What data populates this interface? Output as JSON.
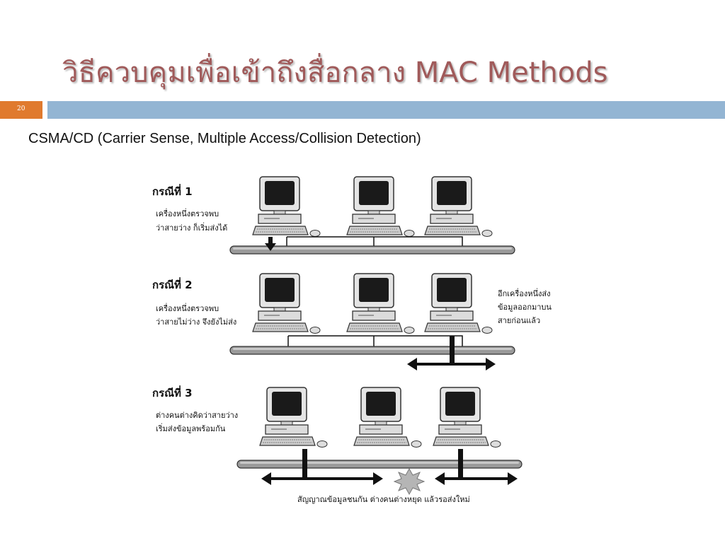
{
  "slide": {
    "title": "วิธีควบคุมเพื่อเข้าถึงสื่อกลาง MAC Methods",
    "number": "20",
    "subtitle": "CSMA/CD (Carrier Sense, Multiple Access/Collision Detection)",
    "colors": {
      "title": "#a05a5a",
      "number_box": "#e07a2e",
      "title_bar": "#93b5d3"
    }
  },
  "diagram": {
    "cases": [
      {
        "label": "กรณีที่ 1",
        "desc_line1": "เครื่องหนึ่งตรวจพบ",
        "desc_line2": "ว่าสายว่าง ก็เริ่มส่งได้"
      },
      {
        "label": "กรณีที่ 2",
        "desc_line1": "เครื่องหนึ่งตรวจพบ",
        "desc_line2": "ว่าสายไม่ว่าง จึงยังไม่ส่ง",
        "note_line1": "อีกเครื่องหนึ่งส่ง",
        "note_line2": "ข้อมูลออกมาบน",
        "note_line3": "สายก่อนแล้ว"
      },
      {
        "label": "กรณีที่ 3",
        "desc_line1": "ต่างคนต่างคิดว่าสายว่าง",
        "desc_line2": "เริ่มส่งข้อมูลพร้อมกัน",
        "caption": "สัญญาณข้อมูลชนกัน ต่างคนต่างหยุด แล้วรอส่งใหม่"
      }
    ]
  }
}
